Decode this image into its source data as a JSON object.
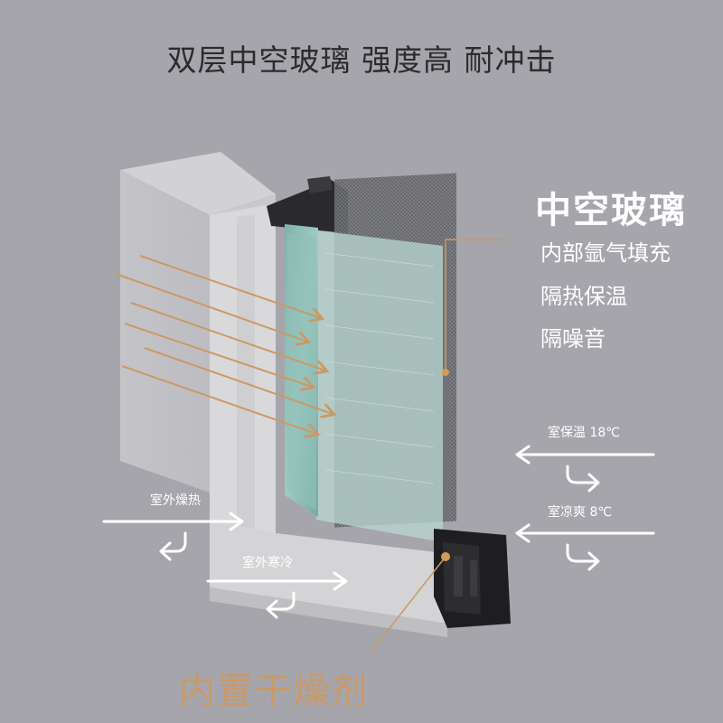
{
  "headline": "双层中空玻璃 强度高 耐冲击",
  "callout": {
    "title": "中空玻璃",
    "features": [
      "内部氩气填充",
      "隔热保温",
      "隔噪音"
    ]
  },
  "flows": {
    "indoor_warm": "室保温 18℃",
    "indoor_cool": "室凉爽 8℃",
    "outdoor_hot": "室外燥热",
    "outdoor_cold": "室外寒冷"
  },
  "bottom_callout": "内置干燥剂",
  "colors": {
    "background": "#a6a5ab",
    "accent": "#c99a66",
    "text_dark": "#2b2b2d",
    "text_light": "#ffffff"
  },
  "icons": [
    "arrow-right-icon",
    "arrow-left-icon",
    "u-turn-arrow-icon"
  ]
}
